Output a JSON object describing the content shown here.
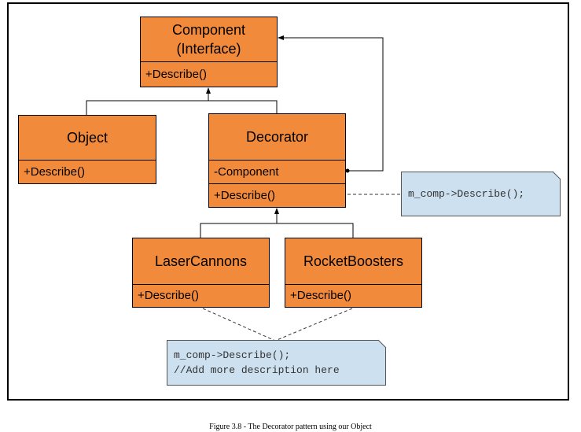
{
  "classes": {
    "component": {
      "name_line1": "Component",
      "name_line2": "(Interface)",
      "method": "+Describe()"
    },
    "object": {
      "name": "Object",
      "method": "+Describe()"
    },
    "decorator": {
      "name": "Decorator",
      "field": "-Component",
      "method": "+Describe()"
    },
    "laser_cannons": {
      "name": "LaserCannons",
      "method": "+Describe()"
    },
    "rocket_boosters": {
      "name": "RocketBoosters",
      "method": "+Describe()"
    }
  },
  "notes": {
    "decorator_note": "m_comp->Describe();",
    "concrete_note_line1": "m_comp->Describe();",
    "concrete_note_line2": "//Add more description here"
  },
  "caption": "Figure 3.8 - The Decorator pattern using our Object",
  "colors": {
    "class_fill": "#f28a3c",
    "note_fill": "#cde0ef",
    "border": "#000000"
  }
}
